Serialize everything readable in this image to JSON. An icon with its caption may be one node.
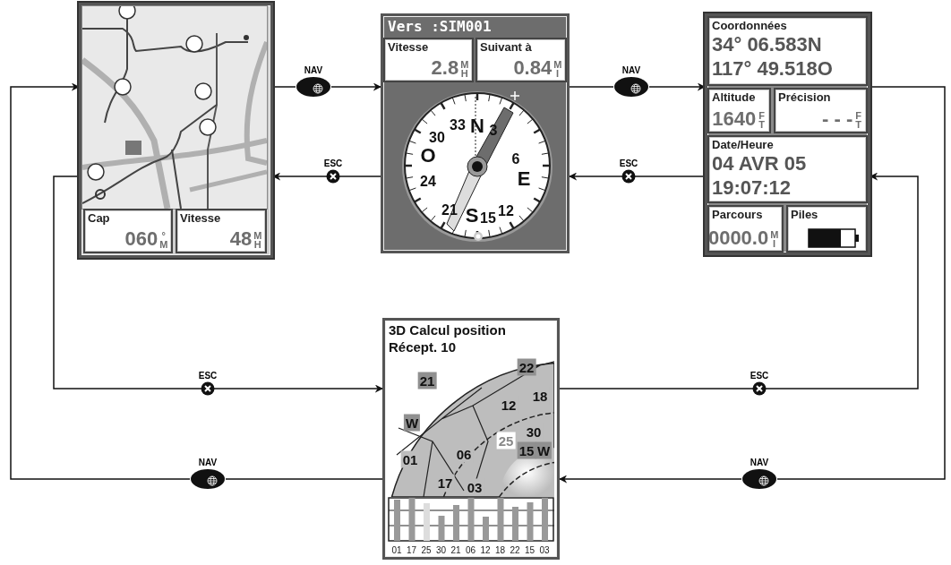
{
  "diagram": {
    "nodes": [
      {
        "text": [],
        "shape": "box"
      },
      {
        "text": [],
        "shape": "picture",
        "in": 0
      },
      {
        "text": [
          "Cap",
          "060",
          "° M"
        ],
        "in": 0
      },
      {
        "text": [
          "Vitesse",
          "48",
          "M H"
        ],
        "in": 0
      },
      {
        "text": [
          "Vers :SIM001"
        ]
      },
      {
        "text": [
          "Vitesse",
          "2.8",
          "M H"
        ],
        "in": 4
      },
      {
        "text": [
          "Suivant à",
          "0.84",
          "M I"
        ],
        "in": 4
      },
      {
        "text": [
          "33",
          "N",
          "3",
          "30",
          "6",
          "O",
          "E",
          "24",
          "21",
          "S",
          "15",
          "12"
        ],
        "in": 4
      },
      {
        "text": [],
        "shape": "box"
      },
      {
        "text": [
          "Coordonnées",
          "34° 06.583N",
          "117° 49.518O"
        ],
        "in": 8
      },
      {
        "text": [
          "Altitude",
          "1640",
          "F T"
        ],
        "in": 8
      },
      {
        "text": [
          "Précision",
          "- - -",
          "F T"
        ],
        "in": 8
      },
      {
        "text": [
          "Date/Heure",
          "04 AVR 05",
          "19:07:12"
        ],
        "in": 8
      },
      {
        "text": [
          "Parcours",
          "0000.0",
          "M I"
        ],
        "in": 8
      },
      {
        "text": [
          "Piles"
        ],
        "in": 8
      },
      {
        "text": [
          "3D Calcul position",
          "Récept. 10"
        ]
      },
      {
        "text": [
          "21",
          "22",
          "18",
          "12",
          "W",
          "30",
          "25",
          "15",
          "W",
          "01",
          "06",
          "17",
          "03"
        ],
        "in": 15
      },
      {
        "text": [
          "01",
          "17",
          "25",
          "30",
          "21",
          "06",
          "12",
          "18",
          "22",
          "15",
          "03"
        ],
        "in": 15
      }
    ],
    "edges": [
      {
        "from": 0,
        "to": 4,
        "arrow": "to",
        "label": "NAV"
      },
      {
        "from": 4,
        "to": 0,
        "arrow": "to",
        "label": "ESC"
      },
      {
        "from": 4,
        "to": 8,
        "arrow": "to",
        "label": "NAV"
      },
      {
        "from": 8,
        "to": 4,
        "arrow": "to",
        "label": "ESC"
      },
      {
        "from": 0,
        "to": 15,
        "arrow": "to",
        "label": "ESC"
      },
      {
        "from": 15,
        "to": 0,
        "arrow": "to",
        "label": "NAV"
      },
      {
        "from": 15,
        "to": 8,
        "arrow": "to",
        "label": "ESC"
      },
      {
        "from": 8,
        "to": 15,
        "arrow": "to",
        "label": "NAV"
      }
    ]
  }
}
